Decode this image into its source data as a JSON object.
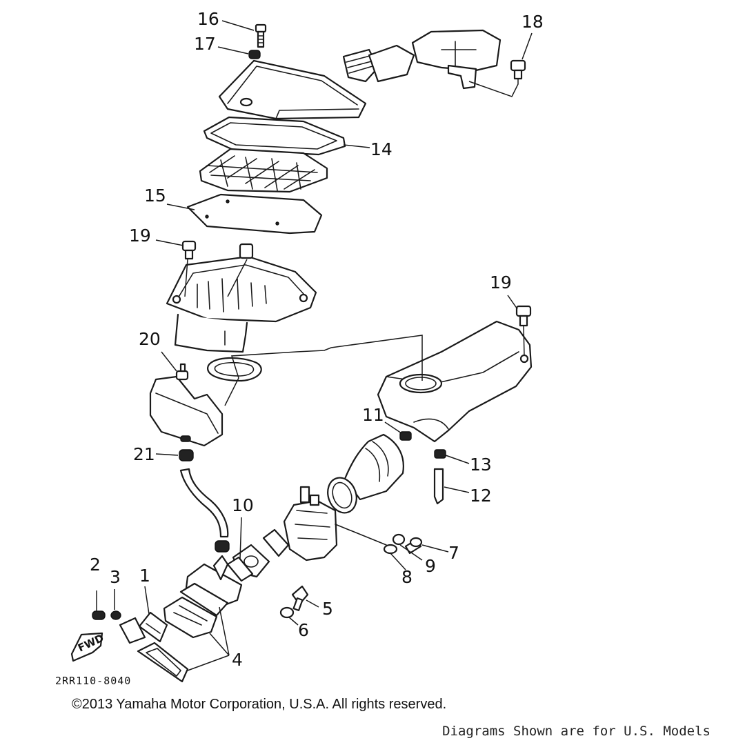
{
  "diagram": {
    "callouts": [
      "1",
      "2",
      "3",
      "4",
      "5",
      "6",
      "7",
      "8",
      "9",
      "10",
      "11",
      "12",
      "13",
      "14",
      "15",
      "16",
      "17",
      "18",
      "19",
      "19",
      "20",
      "21"
    ],
    "reference_code": "2RR110-8040",
    "fwd_label": "FWD"
  },
  "footer": {
    "copyright": "©2013 Yamaha Motor Corporation, U.S.A. All rights reserved.",
    "note": "Diagrams Shown are for U.S. Models"
  }
}
